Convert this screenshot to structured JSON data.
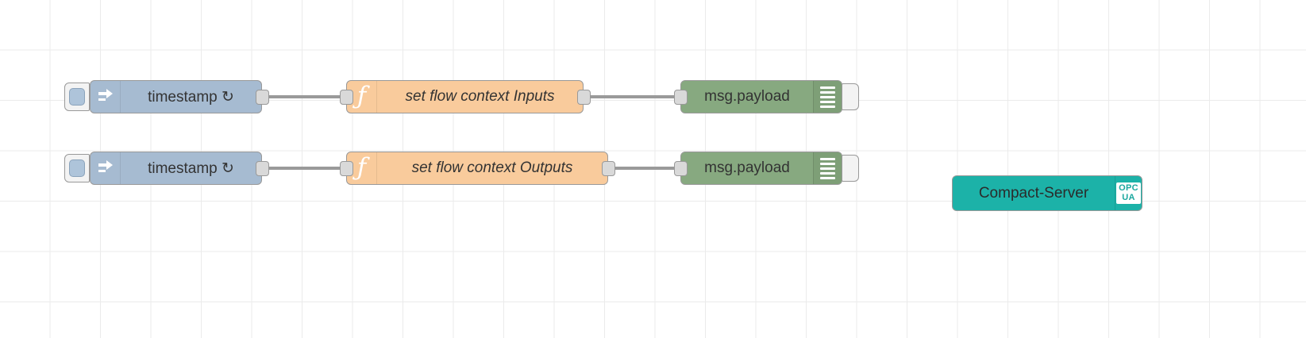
{
  "editor": {
    "name": "node-red-flow-canvas",
    "background": "#ffffff",
    "grid_color": "#ebebeb"
  },
  "colors": {
    "inject": "#a6bbd1",
    "function": "#f9cb9c",
    "debug": "#87a980",
    "opcua": "#1cb2a8",
    "wire": "#9a9a9a",
    "port": "#d9d9d9",
    "node_border": "#999999"
  },
  "flows": [
    {
      "id": "row-inputs",
      "inject": {
        "label": "timestamp ↻",
        "icon": "inject-arrow-icon",
        "button_icon": "inject-trigger-button"
      },
      "function": {
        "label": "set flow context Inputs",
        "icon": "function-f-icon",
        "glyph": "ƒ"
      },
      "debug": {
        "label": "msg.payload",
        "icon": "debug-lines-icon",
        "toggle": "debug-enable-toggle"
      }
    },
    {
      "id": "row-outputs",
      "inject": {
        "label": "timestamp ↻",
        "icon": "inject-arrow-icon",
        "button_icon": "inject-trigger-button"
      },
      "function": {
        "label": "set flow context Outputs",
        "icon": "function-f-icon",
        "glyph": "ƒ"
      },
      "debug": {
        "label": "msg.payload",
        "icon": "debug-lines-icon",
        "toggle": "debug-enable-toggle"
      }
    }
  ],
  "standalone": {
    "opcua_server": {
      "label": "Compact-Server",
      "icon": "opcua-icon",
      "badge_top": "OPC",
      "badge_bottom": "UA"
    }
  }
}
